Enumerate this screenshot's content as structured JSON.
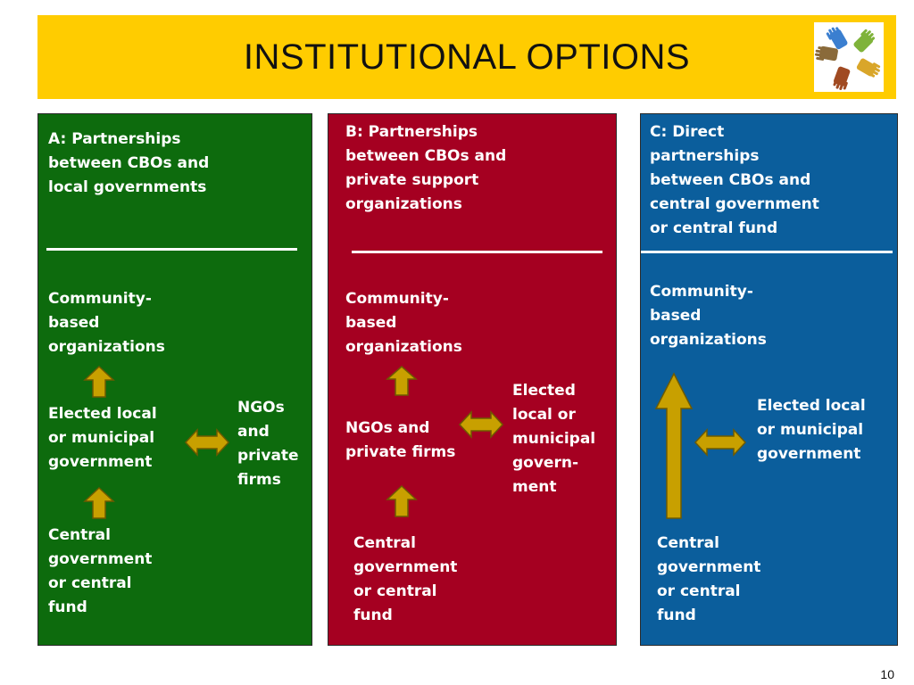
{
  "title": "INSTITUTIONAL OPTIONS",
  "page_number": "10",
  "colors": {
    "title_bar": "#ffcc00",
    "panel_a": "#0d6b0d",
    "panel_b": "#a50021",
    "panel_c": "#0b5e9c",
    "arrow_fill": "#c8a000"
  },
  "logo": {
    "icon": "colorful-hands-circle-icon"
  },
  "panels": [
    {
      "heading": "A:  Partnerships\nbetween CBOs and\nlocal governments",
      "top": "Community-\nbased\norganizations",
      "middle": "Elected local\nor municipal\ngovernment",
      "side": "NGOs\nand\nprivate\nfirms",
      "bottom": "Central\ngovernment\nor central\nfund"
    },
    {
      "heading": "B:  Partnerships\nbetween CBOs and\nprivate support\norganizations",
      "top": "Community-\nbased\norganizations",
      "middle": "NGOs and\nprivate firms",
      "side": "Elected\nlocal or\nmunicipal\ngovern-\nment",
      "bottom": "Central\ngovernment\nor central\nfund"
    },
    {
      "heading": "C:  Direct\npartnerships\nbetween CBOs and\ncentral government\nor central fund",
      "top": "Community-\nbased\norganizations",
      "side": "Elected local\nor municipal\ngovernment",
      "bottom": "Central\ngovernment\nor central\nfund"
    }
  ]
}
